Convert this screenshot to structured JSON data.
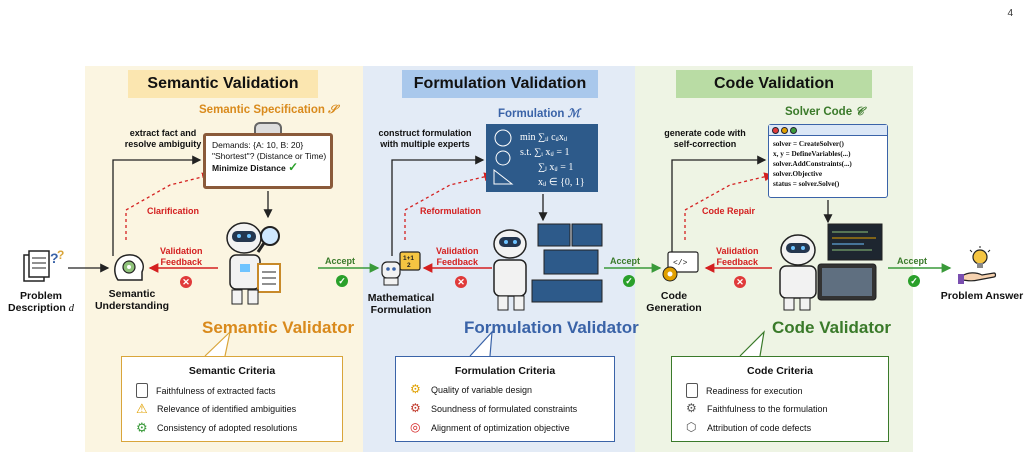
{
  "page_number": "4",
  "panels": {
    "semantic": {
      "title": "Semantic Validation",
      "spec_title": "Semantic",
      "spec_title_2": "Specification",
      "spec_symbol": "𝒮",
      "spec_lines": [
        "Demands: {A: 10, B: 20}",
        "\"Shortest\"? (Distance or Time)",
        "Minimize Distance"
      ],
      "spec_check": "✓",
      "step_label_1": "extract fact and",
      "step_label_2": "resolve ambiguity",
      "loop_label": "Clarification",
      "feedback_1": "Validation",
      "feedback_2": "Feedback",
      "validator": "Semantic Validator",
      "criteria_title": "Semantic Criteria",
      "criteria": [
        "Faithfulness of extracted facts",
        "Relevance of identified ambiguities",
        "Consistency of adopted resolutions"
      ]
    },
    "formulation": {
      "title": "Formulation Validation",
      "spec_title": "Formulation",
      "spec_symbol": "ℳ",
      "math_lines": [
        "min ∑ᵢⱼ cᵢⱼxᵢⱼ",
        "s.t. ∑ᵢ xᵢⱼ = 1",
        "∑ⱼ xᵢⱼ = 1",
        "xᵢⱼ ∈ {0, 1}"
      ],
      "step_label_1": "construct formulation",
      "step_label_2": "with multiple experts",
      "loop_label": "Reformulation",
      "feedback_1": "Validation",
      "feedback_2": "Feedback",
      "validator": "Formulation Validator",
      "criteria_title": "Formulation Criteria",
      "criteria": [
        "Quality of variable design",
        "Soundness of formulated constraints",
        "Alignment of optimization objective"
      ]
    },
    "code": {
      "title": "Code Validation",
      "spec_title": "Solver Code",
      "spec_symbol": "𝒞",
      "code_lines": [
        "solver = CreateSolver()",
        "x, y = DefineVariables(...)",
        "solver.AddConstraints(...)",
        "solver.Objective",
        "status = solver.Solve()"
      ],
      "step_label_1": "generate code with",
      "step_label_2": "self-correction",
      "loop_label": "Code Repair",
      "feedback_1": "Validation",
      "feedback_2": "Feedback",
      "validator": "Code Validator",
      "criteria_title": "Code Criteria",
      "criteria": [
        "Readiness for execution",
        "Faithfulness to the formulation",
        "Attribution of code defects"
      ]
    }
  },
  "flow": {
    "problem_1": "Problem",
    "problem_2": "Description",
    "problem_symbol": "d",
    "understanding_1": "Semantic",
    "understanding_2": "Understanding",
    "math_1": "Mathematical",
    "math_2": "Formulation",
    "code_gen_1": "Code",
    "code_gen_2": "Generation",
    "answer": "Problem Answer",
    "accept": "Accept"
  },
  "colors": {
    "semantic": "#d98a1c",
    "formulation": "#3a63a8",
    "code": "#3a7a2a",
    "feedback": "#d42020"
  }
}
